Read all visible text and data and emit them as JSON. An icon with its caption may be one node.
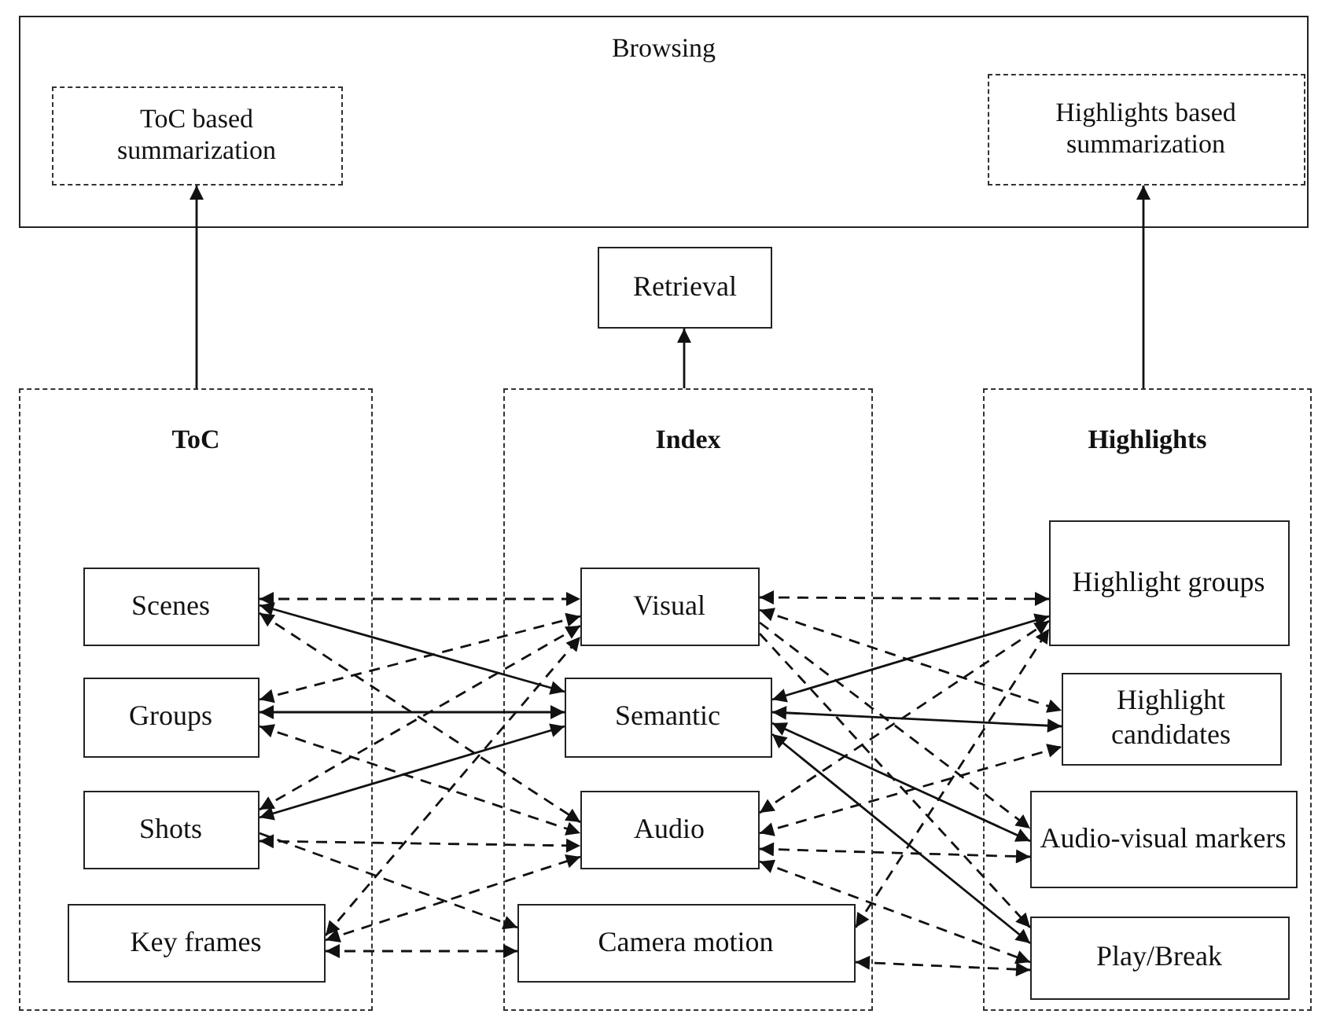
{
  "diagram": {
    "nodes": [
      {
        "text": [
          "Browsing"
        ]
      },
      {
        "text": [
          "ToC based summarization"
        ],
        "in": 0
      },
      {
        "text": [
          "Highlights based summarization"
        ],
        "in": 0
      },
      {
        "text": [
          "Retrieval"
        ]
      },
      {
        "text": [
          "ToC"
        ]
      },
      {
        "text": [
          "Index"
        ]
      },
      {
        "text": [
          "Highlights"
        ]
      },
      {
        "text": [
          "Scenes"
        ],
        "in": 4
      },
      {
        "text": [
          "Groups"
        ],
        "in": 4
      },
      {
        "text": [
          "Shots"
        ],
        "in": 4
      },
      {
        "text": [
          "Key frames"
        ],
        "in": 4
      },
      {
        "text": [
          "Visual"
        ],
        "in": 5
      },
      {
        "text": [
          "Semantic"
        ],
        "in": 5
      },
      {
        "text": [
          "Audio"
        ],
        "in": 5
      },
      {
        "text": [
          "Camera motion"
        ],
        "in": 5
      },
      {
        "text": [
          "Highlight groups"
        ],
        "in": 6
      },
      {
        "text": [
          "Highlight candidates"
        ],
        "in": 6
      },
      {
        "text": [
          "Audio-visual markers"
        ],
        "in": 6
      },
      {
        "text": [
          "Play/Break"
        ],
        "in": 6
      }
    ],
    "edges": [
      {
        "from": 4,
        "to": 1,
        "arrow": "to"
      },
      {
        "from": 5,
        "to": 3,
        "arrow": "to"
      },
      {
        "from": 6,
        "to": 2,
        "arrow": "to"
      },
      {
        "from": 7,
        "to": 11,
        "arrow": "both",
        "style": "dashed"
      },
      {
        "from": 7,
        "to": 12,
        "arrow": "both"
      },
      {
        "from": 7,
        "to": 13,
        "arrow": "both",
        "style": "dashed"
      },
      {
        "from": 8,
        "to": 11,
        "arrow": "both",
        "style": "dashed"
      },
      {
        "from": 8,
        "to": 12,
        "arrow": "both"
      },
      {
        "from": 8,
        "to": 13,
        "arrow": "both",
        "style": "dashed"
      },
      {
        "from": 9,
        "to": 11,
        "arrow": "both",
        "style": "dashed"
      },
      {
        "from": 9,
        "to": 12,
        "arrow": "both"
      },
      {
        "from": 9,
        "to": 13,
        "arrow": "both",
        "style": "dashed"
      },
      {
        "from": 9,
        "to": 14,
        "arrow": "to",
        "style": "dashed"
      },
      {
        "from": 10,
        "to": 11,
        "arrow": "both",
        "style": "dashed"
      },
      {
        "from": 10,
        "to": 13,
        "arrow": "both",
        "style": "dashed"
      },
      {
        "from": 10,
        "to": 14,
        "arrow": "both",
        "style": "dashed"
      },
      {
        "from": 11,
        "to": 15,
        "arrow": "both",
        "style": "dashed"
      },
      {
        "from": 11,
        "to": 16,
        "arrow": "both",
        "style": "dashed"
      },
      {
        "from": 11,
        "to": 17,
        "arrow": "to",
        "style": "dashed"
      },
      {
        "from": 11,
        "to": 18,
        "arrow": "to",
        "style": "dashed"
      },
      {
        "from": 12,
        "to": 15,
        "arrow": "both"
      },
      {
        "from": 12,
        "to": 16,
        "arrow": "both"
      },
      {
        "from": 12,
        "to": 17,
        "arrow": "both"
      },
      {
        "from": 12,
        "to": 18,
        "arrow": "both"
      },
      {
        "from": 13,
        "to": 15,
        "arrow": "both",
        "style": "dashed"
      },
      {
        "from": 13,
        "to": 16,
        "arrow": "both",
        "style": "dashed"
      },
      {
        "from": 13,
        "to": 17,
        "arrow": "both",
        "style": "dashed"
      },
      {
        "from": 13,
        "to": 18,
        "arrow": "both",
        "style": "dashed"
      },
      {
        "from": 14,
        "to": 15,
        "arrow": "both",
        "style": "dashed"
      },
      {
        "from": 14,
        "to": 18,
        "arrow": "both",
        "style": "dashed"
      }
    ]
  }
}
